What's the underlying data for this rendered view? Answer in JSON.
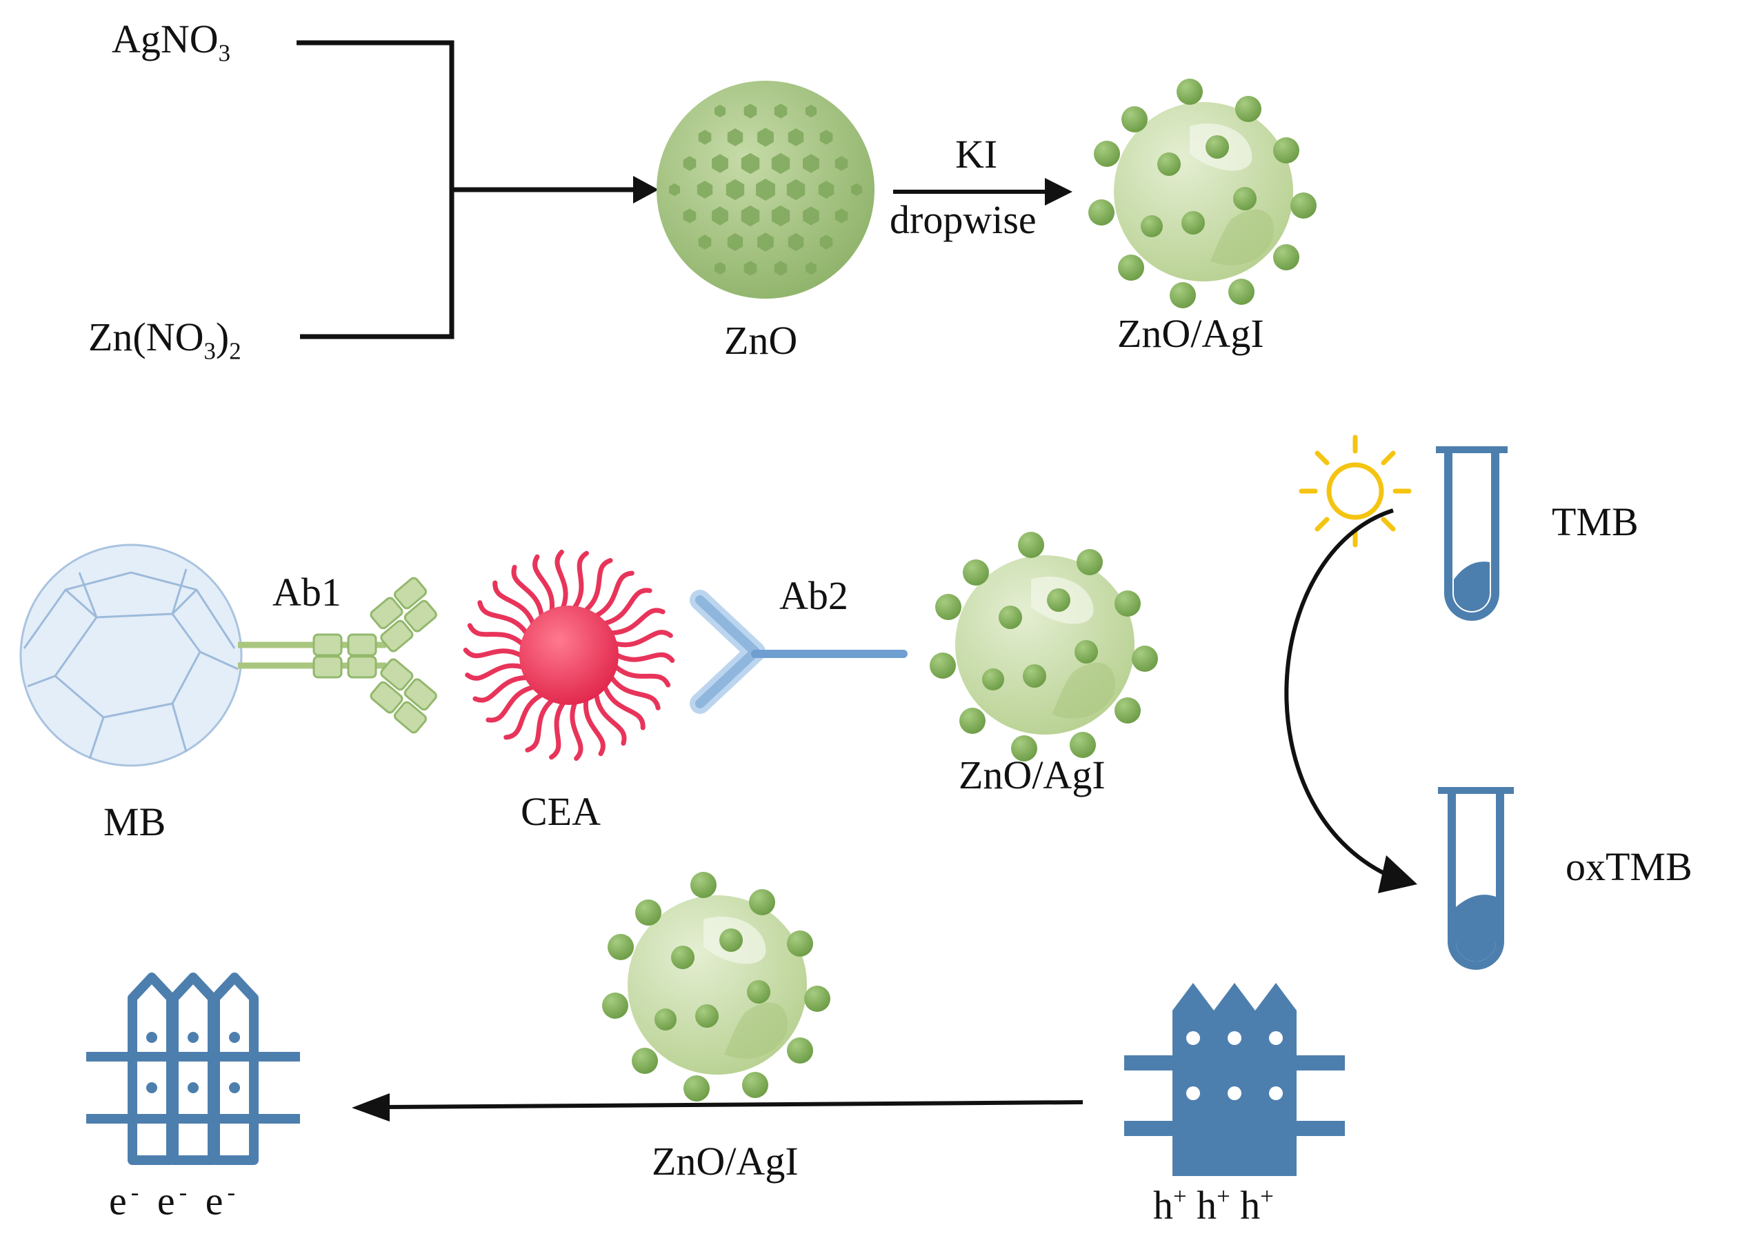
{
  "synthesis": {
    "reagent_1": "AgNO",
    "reagent_1_sub": "3",
    "reagent_2_pre": "Zn(NO",
    "reagent_2_sub_a": "3",
    "reagent_2_mid": ")",
    "reagent_2_sub_b": "2",
    "intermediate": "ZnO",
    "step_reagent": "KI",
    "step_condition": "dropwise",
    "product": "ZnO/AgI"
  },
  "immunoassay": {
    "support": "MB",
    "capture_antibody": "Ab1",
    "antigen": "CEA",
    "detection_antibody": "Ab2",
    "label": "ZnO/AgI"
  },
  "detection": {
    "substrate": "TMB",
    "product": "oxTMB"
  },
  "mechanism": {
    "catalyst": "ZnO/AgI",
    "electron_symbol": "e",
    "electron_charge": "-",
    "hole_symbol": "h",
    "hole_charge": "+"
  },
  "colors": {
    "line": "#111111",
    "zno_green": "#a9c88a",
    "particle_green": "#c8dca6",
    "bump_green": "#83b05c",
    "cea_red": "#e8345a",
    "antibody_green": "#b6cf94",
    "ab2_blue": "#8fb6dd",
    "mb_blue": "#b9d0e8",
    "tube_blue": "#4d7fae",
    "sun_yellow": "#f4c411"
  }
}
